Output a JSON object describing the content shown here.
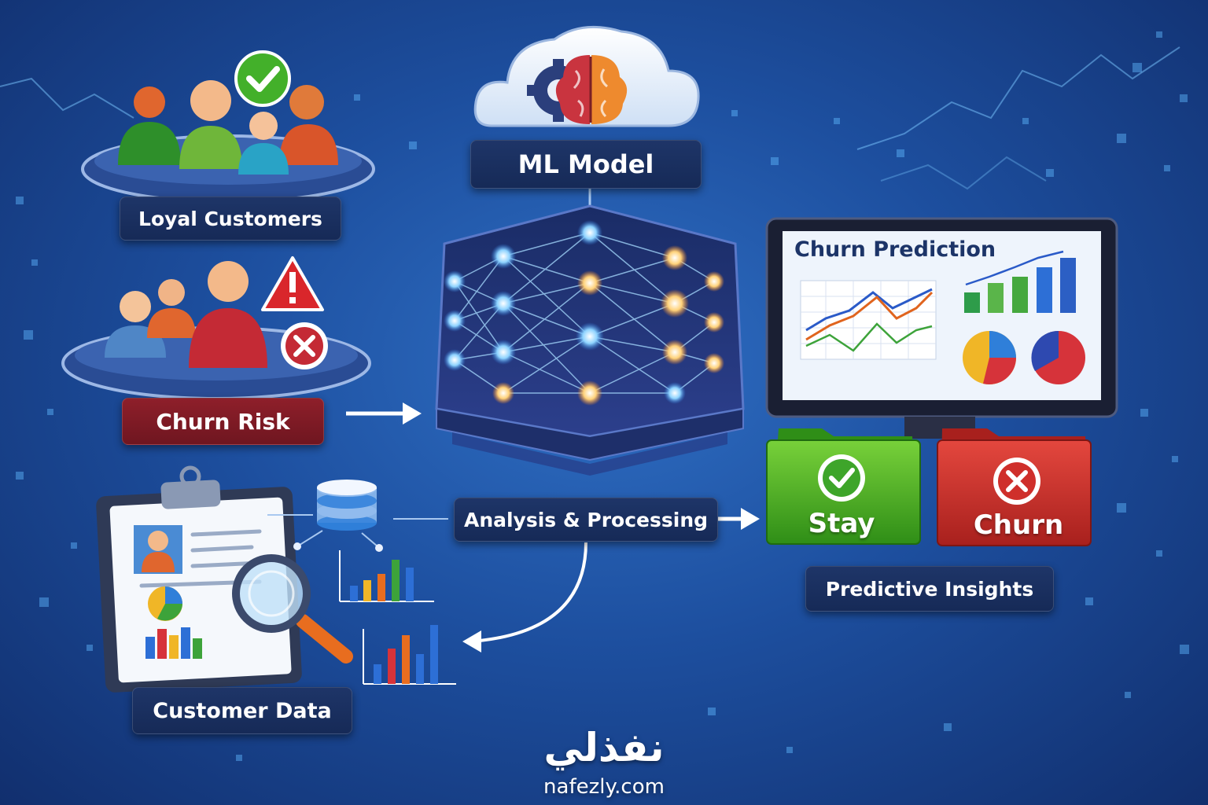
{
  "labels": {
    "loyal_customers": "Loyal Customers",
    "churn_risk": "Churn Risk",
    "ml_model": "ML Model",
    "analysis_processing": "Analysis & Processing",
    "customer_data": "Customer Data",
    "predictive_insights": "Predictive Insights"
  },
  "dashboard": {
    "title": "Churn Prediction"
  },
  "outcomes": {
    "stay": "Stay",
    "churn": "Churn"
  },
  "brand": {
    "arabic_name": "نفذلي",
    "domain": "nafezly.com"
  },
  "colors": {
    "background": "#1d4f9f",
    "label_bg": "#1e3568",
    "churn_label_bg": "#8e1f2a",
    "stay_green": "#4caf25",
    "churn_red": "#c9302c",
    "check_green": "#43b02a",
    "warning_red": "#d9262b"
  },
  "icons": [
    "check-icon",
    "warning-icon",
    "cross-icon",
    "brain-icon",
    "gear-icon",
    "database-icon",
    "magnifier-icon",
    "clipboard-icon"
  ]
}
